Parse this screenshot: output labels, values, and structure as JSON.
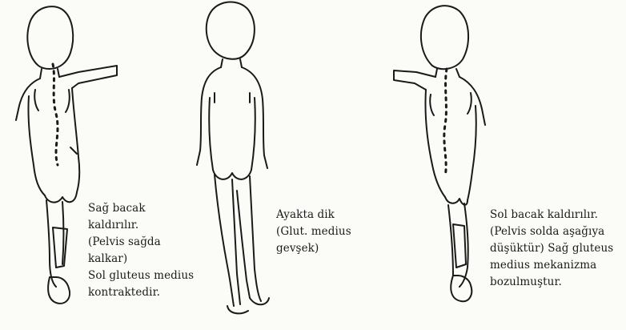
{
  "figures": [
    {
      "caption_lines": [
        "Sağ bacak",
        "kaldırılır.",
        "(Pelvis sağda",
        "kalkar)",
        "Sol gluteus medius",
        "kontraktedir."
      ]
    },
    {
      "caption_lines": [
        "Ayakta dik",
        "(Glut. medius",
        "gevşek)"
      ]
    },
    {
      "caption_lines": [
        "Sol bacak kaldırılır.",
        "(Pelvis solda aşağıya",
        "düşüktür) Sağ gluteus",
        "medius mekanizma",
        "bozulmuştur."
      ]
    }
  ],
  "colors": {
    "ink": "#1a1a1a",
    "paper": "#fbfbf8"
  }
}
